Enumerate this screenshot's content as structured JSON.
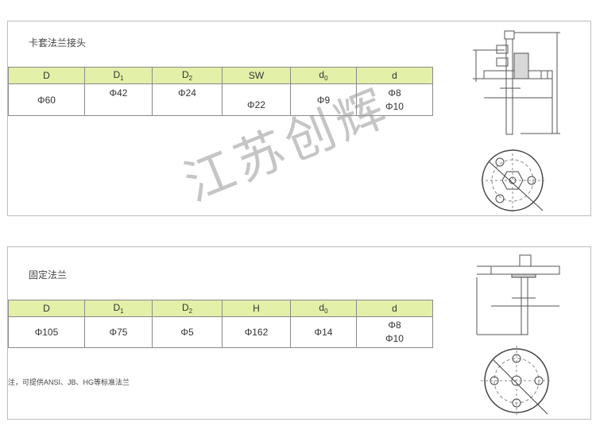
{
  "watermark": "江苏创辉",
  "sections": [
    {
      "title": "卡套法兰接头",
      "table": {
        "headers": [
          {
            "base": "D",
            "sub": ""
          },
          {
            "base": "D",
            "sub": "1"
          },
          {
            "base": "D",
            "sub": "2"
          },
          {
            "base": "SW",
            "sub": ""
          },
          {
            "base": "d",
            "sub": "0"
          },
          {
            "base": "d",
            "sub": ""
          }
        ],
        "row": [
          "Φ60",
          "Φ42",
          "Φ24",
          "Φ22",
          "Φ9",
          [
            "Φ8",
            "Φ10"
          ]
        ]
      },
      "drawing_labels": {
        "side_view": "compression-flange-side-view",
        "top_view": "compression-flange-top-view"
      }
    },
    {
      "title": "固定法兰",
      "table": {
        "headers": [
          {
            "base": "D",
            "sub": ""
          },
          {
            "base": "D",
            "sub": "1"
          },
          {
            "base": "D",
            "sub": "2"
          },
          {
            "base": "H",
            "sub": ""
          },
          {
            "base": "d",
            "sub": "0"
          },
          {
            "base": "d",
            "sub": ""
          }
        ],
        "row": [
          "Φ105",
          "Φ75",
          "Φ5",
          "Φ162",
          "Φ14",
          [
            "Φ8",
            "Φ10"
          ]
        ]
      },
      "note": "注，可提供ANSI、JB、HG等标准法兰"
    }
  ],
  "colors": {
    "header_bg": "#e2f0a8",
    "border": "#8a8a8a",
    "panel_border": "#bdbdbd"
  }
}
